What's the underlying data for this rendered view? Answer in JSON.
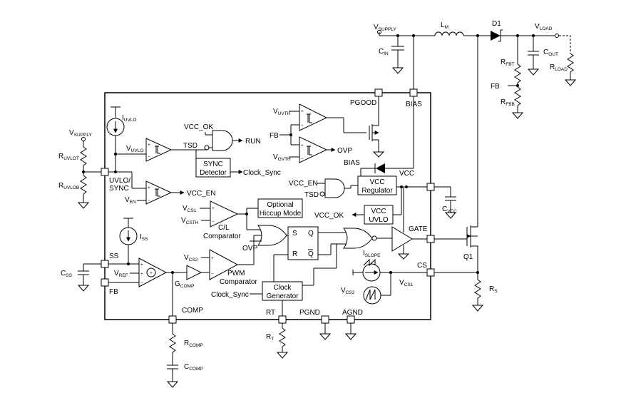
{
  "labels": {
    "vsupply_top": "V",
    "vsupply_top_sub": "SUPPLY",
    "lm": "L",
    "lm_sub": "M",
    "d1": "D1",
    "vload": "V",
    "vload_sub": "LOAD",
    "cin": "C",
    "cin_sub": "IN",
    "cout": "C",
    "cout_sub": "OUT",
    "rfbt": "R",
    "rfbt_sub": "FBT",
    "rfbb": "R",
    "rfbb_sub": "FBB",
    "fb_ext": "FB",
    "rload": "R",
    "rload_sub": "LOAD",
    "pgood": "PGOOD",
    "bias": "BIAS",
    "vsupply_left": "V",
    "vsupply_left_sub": "SUPPLY",
    "ruvlot": "R",
    "ruvlot_sub": "UVLOT",
    "ruvlob": "R",
    "ruvlob_sub": "UVLOB",
    "iuvlo": "I",
    "iuvlo_sub": "UVLO",
    "vcc_ok_1": "VCC_OK",
    "tsd_1": "TSD",
    "run": "RUN",
    "vuvlo": "V",
    "vuvlo_sub": "UVLO",
    "sync_det_1": "SYNC",
    "sync_det_2": "Detector",
    "clock_sync_1": "Clock_Sync",
    "uvlo_sync_1": "UVLO/",
    "uvlo_sync_2": "SYNC",
    "ven": "V",
    "ven_sub": "EN",
    "vcc_en_1": "VCC_EN",
    "vuvth_1": "V",
    "vuvth_1_sub": "UVTH",
    "fb_int": "FB",
    "vovth": "V",
    "vovth_sub": "OVTH",
    "ovp_1": "OVP",
    "bias_int": "BIAS",
    "vcc_pin": "VCC",
    "vcc_en_2": "VCC_EN",
    "tsd_2": "TSD",
    "vcc_reg_1": "VCC",
    "vcc_reg_2": "Regulator",
    "cvcc": "C",
    "cvcc_sub": "VCC",
    "vcc_ok_2": "VCC_OK",
    "vcc_uvlo_1": "VCC",
    "vcc_uvlo_2": "UVLO",
    "opt_hiccup_1": "Optional",
    "opt_hiccup_2": "Hiccup Mode",
    "vcs1_1": "V",
    "vcs1_1_sub": "CS1",
    "vcsth": "V",
    "vcsth_sub": "CSTH",
    "cl_comp_1": "C/L",
    "cl_comp_2": "Comparator",
    "ovp_2": "OVP",
    "s_label": "S",
    "q_label": "Q",
    "r_label": "R",
    "qbar_label": "Q",
    "gate_pin": "GATE",
    "q1": "Q1",
    "iss": "I",
    "iss_sub": "SS",
    "ss_pin": "SS",
    "css": "C",
    "css_sub": "SS",
    "vref": "V",
    "vref_sub": "REF",
    "fb_pin": "FB",
    "vcs2_1": "V",
    "vcs2_1_sub": "CS2",
    "gcomp": "G",
    "gcomp_sub": "COMP",
    "pwm_comp_1": "PWM",
    "pwm_comp_2": "Comparator",
    "islope": "I",
    "islope_sub": "SLOPE",
    "cs_pin": "CS",
    "vcs1_2": "V",
    "vcs1_2_sub": "CS1",
    "vcs2_2": "V",
    "vcs2_2_sub": "CS2",
    "clock_sync_2": "Clock_Sync",
    "clk_gen_1": "Clock",
    "clk_gen_2": "Generator",
    "rs": "R",
    "rs_sub": "S",
    "comp_pin": "COMP",
    "rcomp": "R",
    "rcomp_sub": "COMP",
    "ccomp": "C",
    "ccomp_sub": "COMP",
    "rt_pin": "RT",
    "rt_res": "R",
    "rt_res_sub": "T",
    "pgnd": "PGND",
    "agnd": "AGND"
  }
}
